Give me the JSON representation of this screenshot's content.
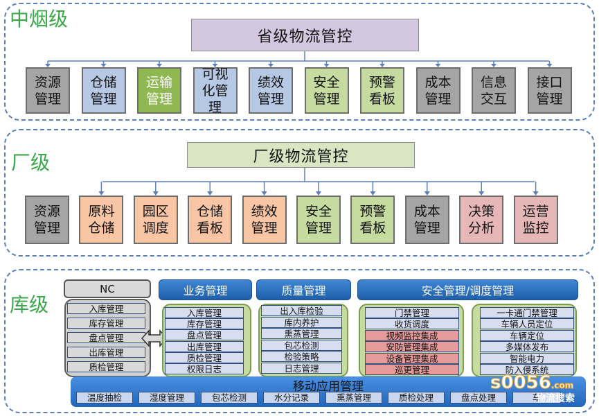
{
  "tiers": {
    "provincial": {
      "label": "中烟级",
      "title": "省级物流管控",
      "modules": [
        "资源\n管理",
        "仓储\n管理",
        "运输\n管理",
        "可视\n化管\n理",
        "绩效\n管理",
        "安全\n管理",
        "预警\n看板",
        "成本\n管理",
        "信息\n交互",
        "接口\n管理"
      ]
    },
    "factory": {
      "label": "厂级",
      "title": "厂级物流管控",
      "modules": [
        "资源\n管理",
        "原料\n仓储",
        "园区\n调度",
        "仓储\n看板",
        "绩效\n管理",
        "安全\n管理",
        "预警\n看板",
        "成本\n管理",
        "决策\n分析",
        "运营\n监控"
      ]
    },
    "warehouse": {
      "label": "库级",
      "nc": {
        "title": "NC",
        "items": [
          "入库管理",
          "库存管理",
          "盘点管理",
          "出库管理",
          "质检管理"
        ]
      },
      "business": {
        "title": "业务管理",
        "items": [
          "入库管理",
          "库存管理",
          "盘点管理",
          "出库管理",
          "质检管理",
          "权限日志"
        ]
      },
      "quality": {
        "title": "质量管理",
        "items": [
          "出入库检验",
          "库内养护",
          "熏蒸管理",
          "包芯检测",
          "检验策略",
          "日志管理"
        ]
      },
      "safety": {
        "title": "安全管理/调度管理",
        "left_items": [
          "门禁管理",
          "收货调度",
          "视频监控集成",
          "安防管理集成",
          "设备管理集成",
          "巡更管理"
        ],
        "right_items": [
          "一卡通门禁管理",
          "车辆人员定位",
          "车辆定位",
          "多媒体发布",
          "智能电力",
          "防入侵系统"
        ]
      },
      "mobile": {
        "title": "移动应用管理",
        "items": [
          "温度抽检",
          "湿度管理",
          "包芯检测",
          "水分记录",
          "熏蒸管理",
          "质检处理",
          "盘点处理",
          "车"
        ]
      }
    }
  },
  "watermark": {
    "brand": "s0056",
    "suffix": ".com",
    "cn": "物流搜索"
  }
}
